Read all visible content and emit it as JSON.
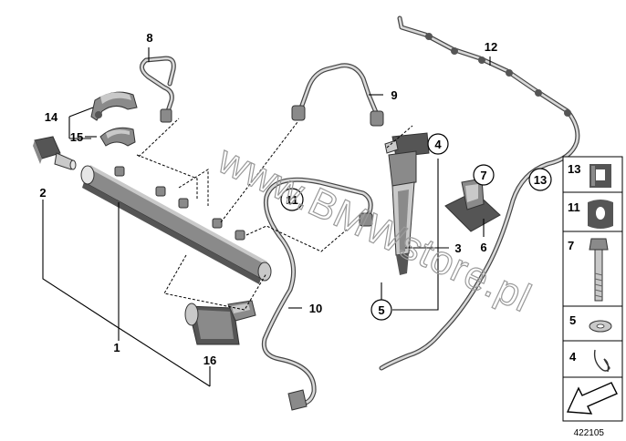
{
  "diagram": {
    "figure_number": "422105",
    "watermark": "www.BMWstore.pl",
    "callouts": {
      "c1": "1",
      "c2": "2",
      "c3": "3",
      "c4": "4",
      "c5": "5",
      "c6": "6",
      "c7": "7",
      "c8": "8",
      "c9": "9",
      "c10": "10",
      "c11": "11",
      "c12": "12",
      "c13": "13",
      "c14": "14",
      "c15": "15",
      "c16": "16"
    },
    "legend": {
      "l13": "13",
      "l11": "11",
      "l7": "7",
      "l5": "5",
      "l4": "4"
    }
  }
}
